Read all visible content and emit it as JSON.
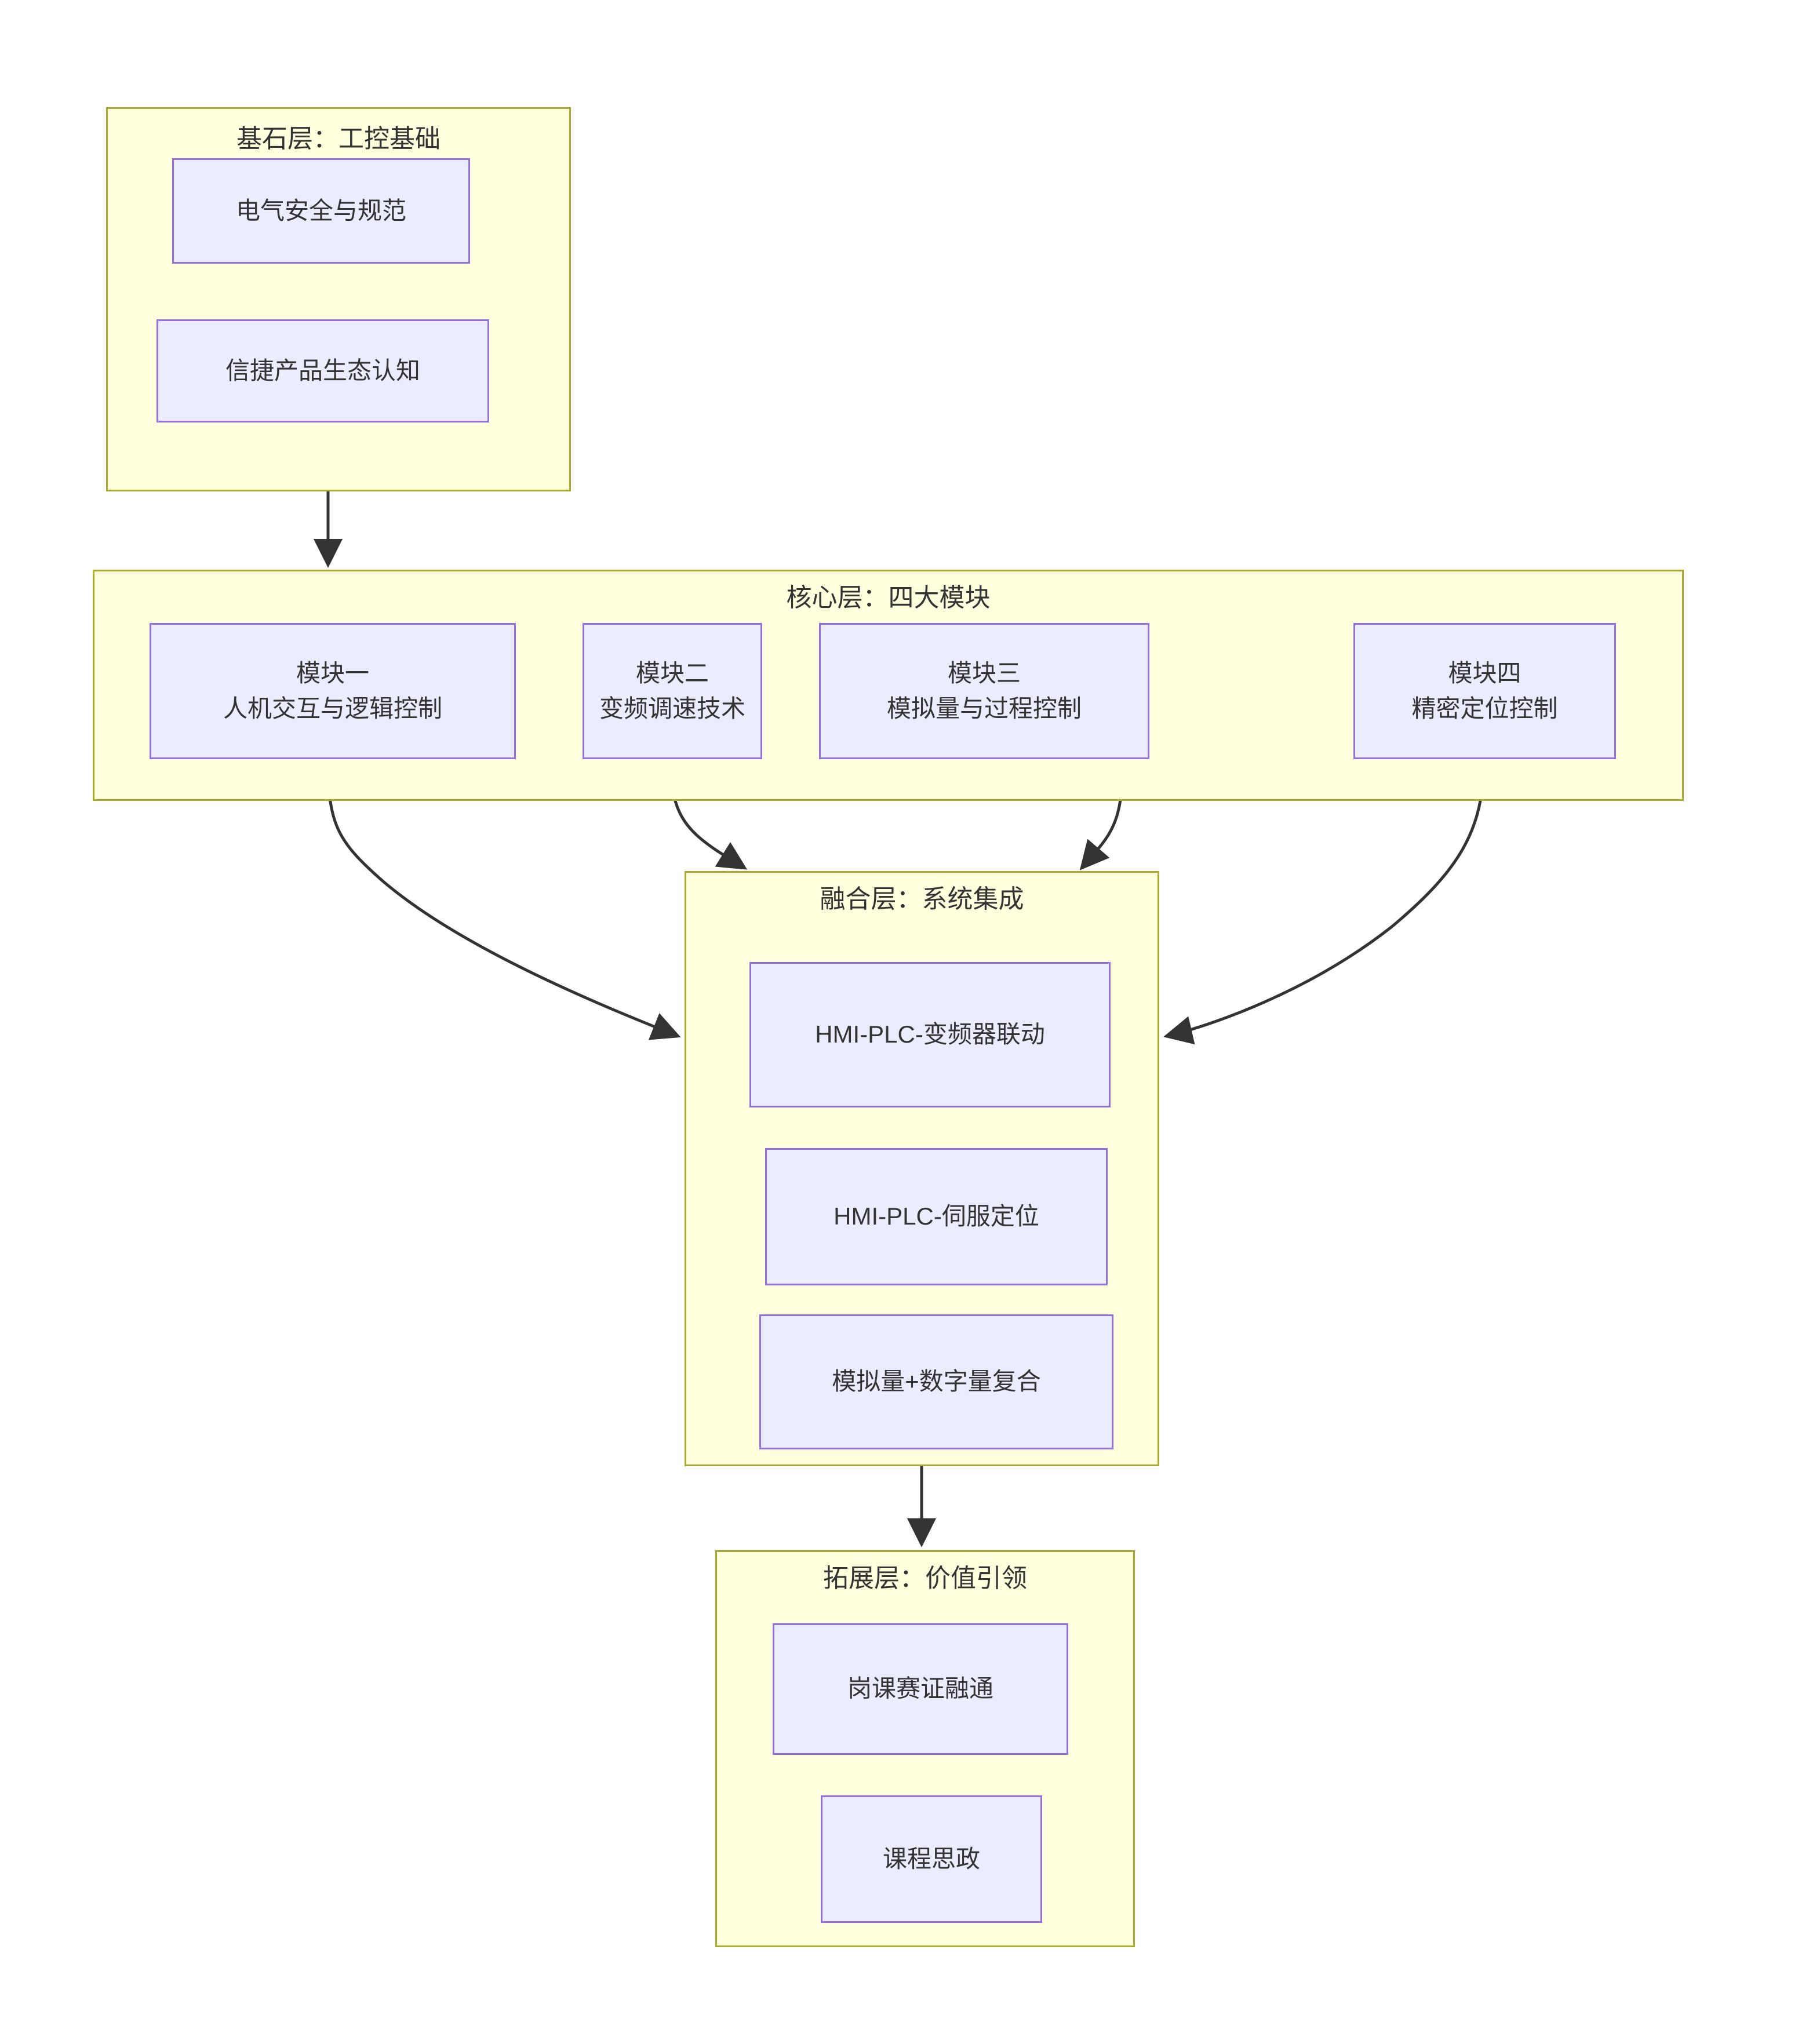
{
  "diagram": {
    "type": "flowchart",
    "direction": "top-down",
    "background": "#ffffff",
    "colors": {
      "cluster_fill": "#ffffde",
      "cluster_stroke": "#aaaa33",
      "node_fill": "#ececff",
      "node_stroke": "#9370db",
      "text": "#333333",
      "edge": "#333333"
    }
  },
  "clusters": [
    {
      "id": "foundation",
      "title": "基石层：工控基础",
      "nodes": [
        {
          "id": "f1",
          "label": "电气安全与规范"
        },
        {
          "id": "f2",
          "label": "信捷产品生态认知"
        }
      ]
    },
    {
      "id": "core",
      "title": "核心层：四大模块",
      "nodes": [
        {
          "id": "m1",
          "label": "模块一\n人机交互与逻辑控制"
        },
        {
          "id": "m2",
          "label": "模块二\n变频调速技术"
        },
        {
          "id": "m3",
          "label": "模块三\n模拟量与过程控制"
        },
        {
          "id": "m4",
          "label": "模块四\n精密定位控制"
        }
      ]
    },
    {
      "id": "fusion",
      "title": "融合层：系统集成",
      "nodes": [
        {
          "id": "s1",
          "label": "HMI-PLC-变频器联动"
        },
        {
          "id": "s2",
          "label": "HMI-PLC-伺服定位"
        },
        {
          "id": "s3",
          "label": "模拟量+数字量复合"
        }
      ]
    },
    {
      "id": "extension",
      "title": "拓展层：价值引领",
      "nodes": [
        {
          "id": "e1",
          "label": "岗课赛证融通"
        },
        {
          "id": "e2",
          "label": "课程思政"
        }
      ]
    }
  ],
  "edges": [
    {
      "from": "foundation",
      "to": "core"
    },
    {
      "from": "m1",
      "to": "fusion"
    },
    {
      "from": "m2",
      "to": "fusion"
    },
    {
      "from": "m3",
      "to": "fusion"
    },
    {
      "from": "m4",
      "to": "fusion"
    },
    {
      "from": "fusion",
      "to": "extension"
    }
  ]
}
